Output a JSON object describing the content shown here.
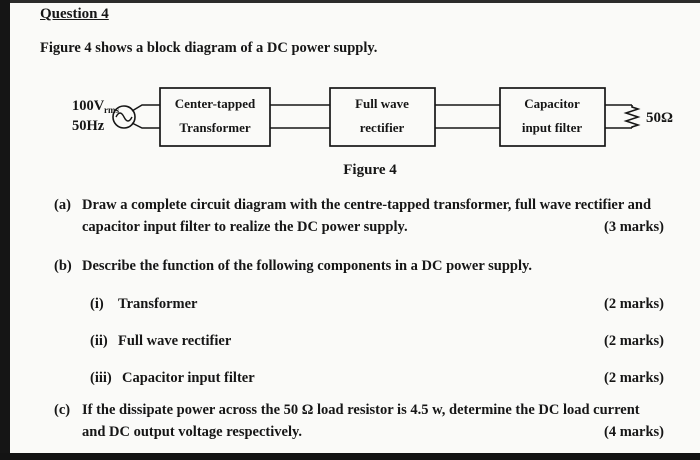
{
  "page": {
    "title": "Question 4",
    "intro": "Figure 4 shows a block diagram of a DC power supply.",
    "figure_caption": "Figure 4"
  },
  "diagram": {
    "source": {
      "voltage": "100V",
      "voltage_sub": "rms",
      "frequency": "50Hz"
    },
    "blocks": [
      {
        "line1": "Center-tapped",
        "line2": "Transformer"
      },
      {
        "line1": "Full wave",
        "line2": "rectifier"
      },
      {
        "line1": "Capacitor",
        "line2": "input filter"
      }
    ],
    "load_label": "50Ω"
  },
  "questions": {
    "a": {
      "label": "(a)",
      "line1": "Draw a complete circuit diagram with the centre-tapped transformer, full wave rectifier and",
      "line2": "capacitor input filter to realize the DC power supply.",
      "marks": "(3 marks)"
    },
    "b": {
      "label": "(b)",
      "text": "Describe the function of the following components in a DC power supply.",
      "items": [
        {
          "label": "(i)",
          "text": "Transformer",
          "marks": "(2 marks)"
        },
        {
          "label": "(ii)",
          "text": "Full wave rectifier",
          "marks": "(2 marks)"
        },
        {
          "label": "(iii)",
          "text": "Capacitor input filter",
          "marks": "(2 marks)"
        }
      ]
    },
    "c": {
      "label": "(c)",
      "line1": "If the dissipate power across the 50 Ω load resistor is 4.5 w, determine the DC load current",
      "line2": "and DC output voltage respectively.",
      "marks": "(4 marks)"
    }
  }
}
